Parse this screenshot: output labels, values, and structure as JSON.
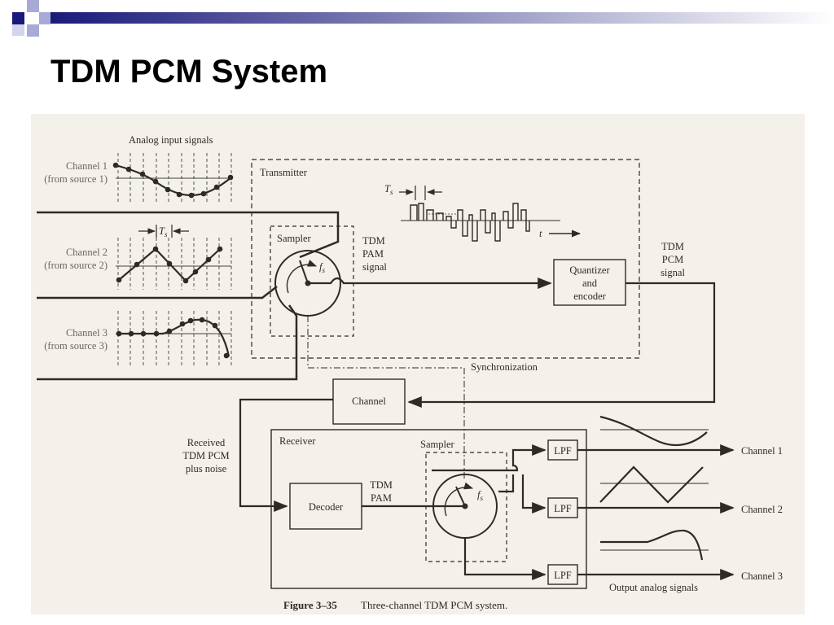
{
  "slide": {
    "title": "TDM PCM System",
    "accent_colors": [
      "#1a1a7a",
      "#9a9ad0",
      "#ffffff"
    ]
  },
  "figure": {
    "analog_input_label": "Analog input signals",
    "channels_in": [
      {
        "name": "Channel 1",
        "source": "(from source 1)"
      },
      {
        "name": "Channel 2",
        "source": "(from source 2)"
      },
      {
        "name": "Channel 3",
        "source": "(from source 3)"
      }
    ],
    "ts_label": "T",
    "ts_sub": "s",
    "fs_label": "f",
    "fs_sub": "s",
    "t_label": "t",
    "transmitter_label": "Transmitter",
    "sampler_label": "Sampler",
    "tdm_pam_signal": [
      "TDM",
      "PAM",
      "signal"
    ],
    "quantizer": [
      "Quantizer",
      "and",
      "encoder"
    ],
    "tdm_pcm_signal": [
      "TDM",
      "PCM",
      "signal"
    ],
    "synchronization_label": "Synchronization",
    "channel_label": "Channel",
    "received": [
      "Received",
      "TDM PCM",
      "plus noise"
    ],
    "receiver_label": "Receiver",
    "decoder_label": "Decoder",
    "tdm_pam": [
      "TDM",
      "PAM"
    ],
    "lpf_label": "LPF",
    "channels_out": [
      "Channel 1",
      "Channel 2",
      "Channel 3"
    ],
    "output_label": "Output analog signals",
    "caption_num": "Figure 3–35",
    "caption_text": "Three-channel TDM PCM system."
  }
}
